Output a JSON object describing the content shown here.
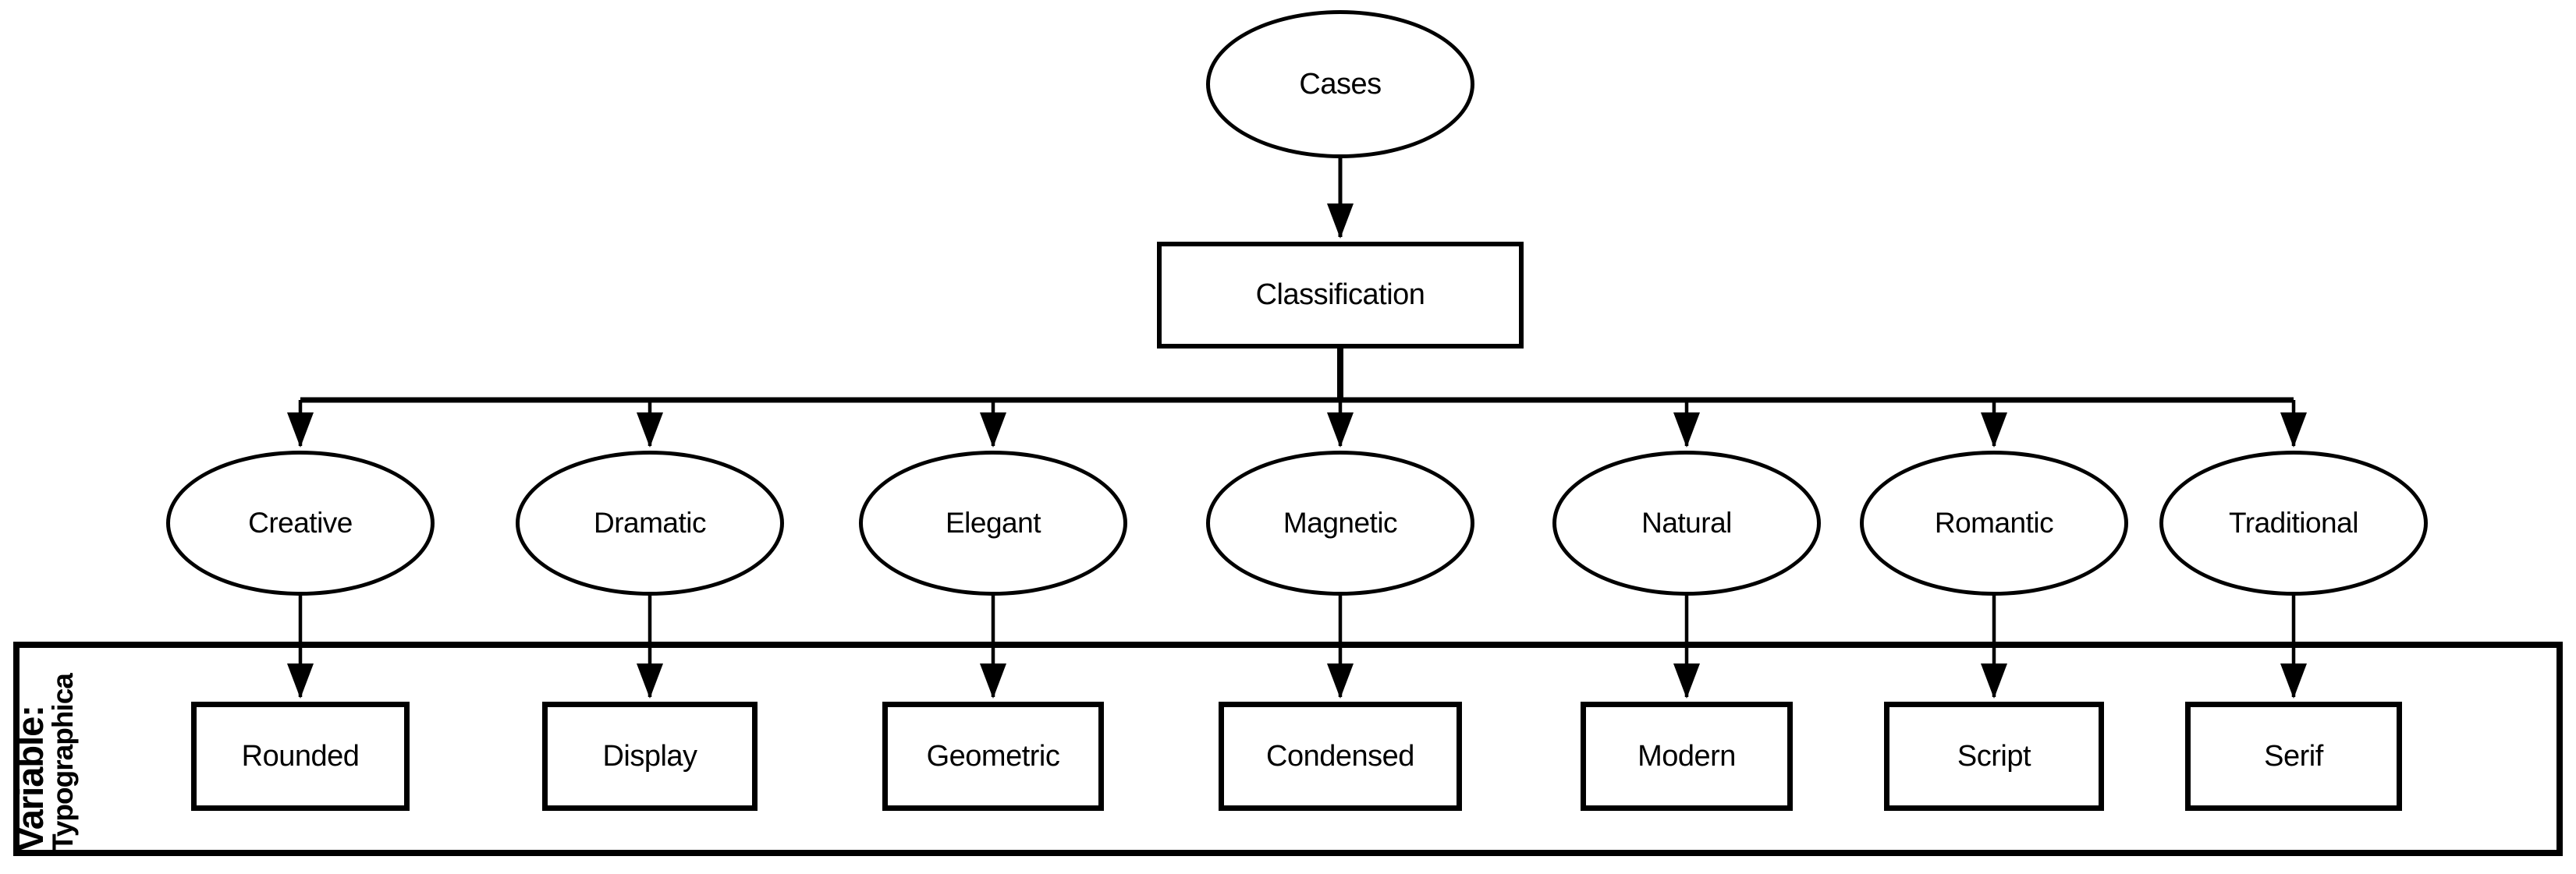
{
  "diagram": {
    "root": {
      "label": "Cases"
    },
    "classifier": {
      "label": "Classification"
    },
    "axis_label": {
      "line1": "Variable:",
      "line2": "Typographica"
    },
    "branches": [
      {
        "category": "Creative",
        "variable": "Rounded"
      },
      {
        "category": "Dramatic",
        "variable": "Display"
      },
      {
        "category": "Elegant",
        "variable": "Geometric"
      },
      {
        "category": "Magnetic",
        "variable": "Condensed"
      },
      {
        "category": "Natural",
        "variable": "Modern"
      },
      {
        "category": "Romantic",
        "variable": "Script"
      },
      {
        "category": "Traditional",
        "variable": "Serif"
      }
    ],
    "colors": {
      "stroke": "#000000",
      "background": "#ffffff",
      "text": "#000000"
    }
  }
}
